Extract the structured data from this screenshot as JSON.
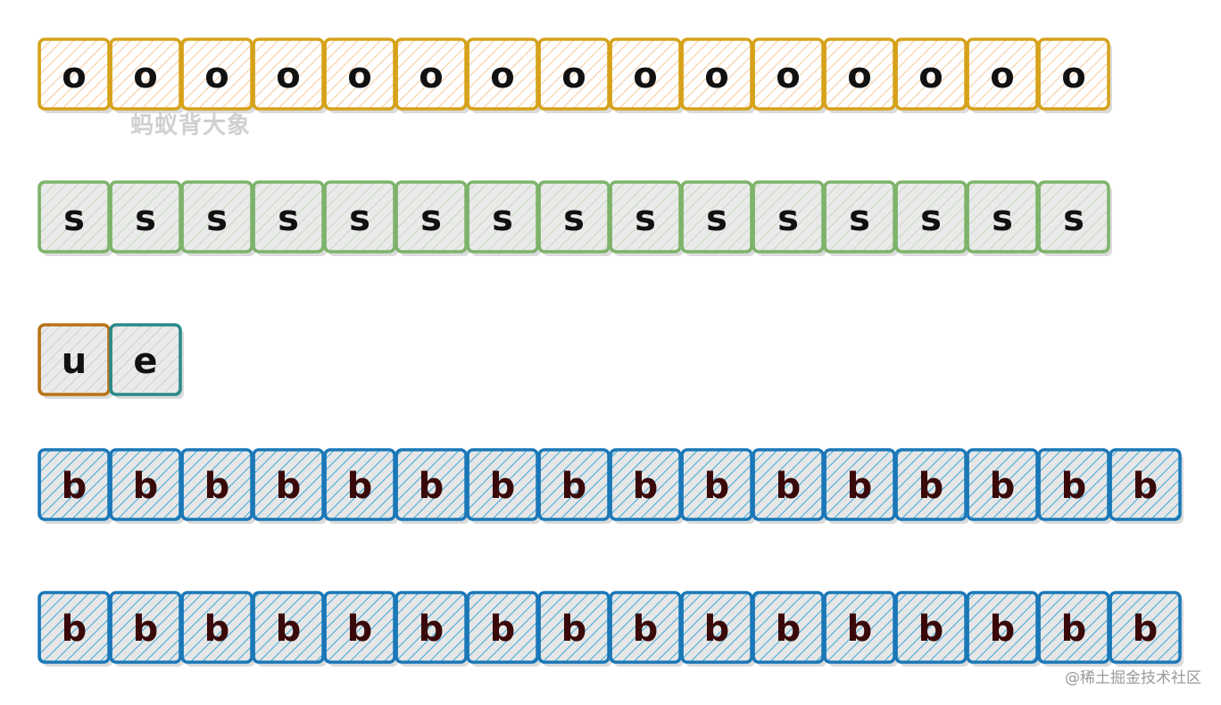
{
  "diagram": {
    "rows": [
      {
        "name": "row-o",
        "letters": [
          "o",
          "o",
          "o",
          "o",
          "o",
          "o",
          "o",
          "o",
          "o",
          "o",
          "o",
          "o",
          "o",
          "o",
          "o"
        ],
        "stroke": "#d6a21a",
        "hatch": "#f5c89a",
        "fill": "#ffffff",
        "text_color": "#111111"
      },
      {
        "name": "row-s",
        "letters": [
          "s",
          "s",
          "s",
          "s",
          "s",
          "s",
          "s",
          "s",
          "s",
          "s",
          "s",
          "s",
          "s",
          "s",
          "s"
        ],
        "stroke": "#7db36a",
        "hatch": "#c7d9bf",
        "fill": "#eaeaea",
        "text_color": "#111111"
      },
      {
        "name": "row-ue",
        "letters": [
          "u",
          "e"
        ],
        "strokes": [
          "#b87318",
          "#2a8a88"
        ],
        "hatch": "#cfcfcf",
        "fill": "#eaeaea",
        "text_color": "#111111"
      },
      {
        "name": "row-b-1",
        "letters": [
          "b",
          "b",
          "b",
          "b",
          "b",
          "b",
          "b",
          "b",
          "b",
          "b",
          "b",
          "b",
          "b",
          "b",
          "b",
          "b"
        ],
        "stroke": "#1b78b8",
        "hatch": "#3aa8d8",
        "fill": "#e6e6e6",
        "text_color": "#3a0a0a"
      },
      {
        "name": "row-b-2",
        "letters": [
          "b",
          "b",
          "b",
          "b",
          "b",
          "b",
          "b",
          "b",
          "b",
          "b",
          "b",
          "b",
          "b",
          "b",
          "b",
          "b"
        ],
        "stroke": "#1b78b8",
        "hatch": "#3aa8d8",
        "fill": "#e6e6e6",
        "text_color": "#3a0a0a"
      }
    ]
  },
  "watermarks": {
    "top": "蚂蚁背大象",
    "bottom": "@稀土掘金技术社区"
  }
}
